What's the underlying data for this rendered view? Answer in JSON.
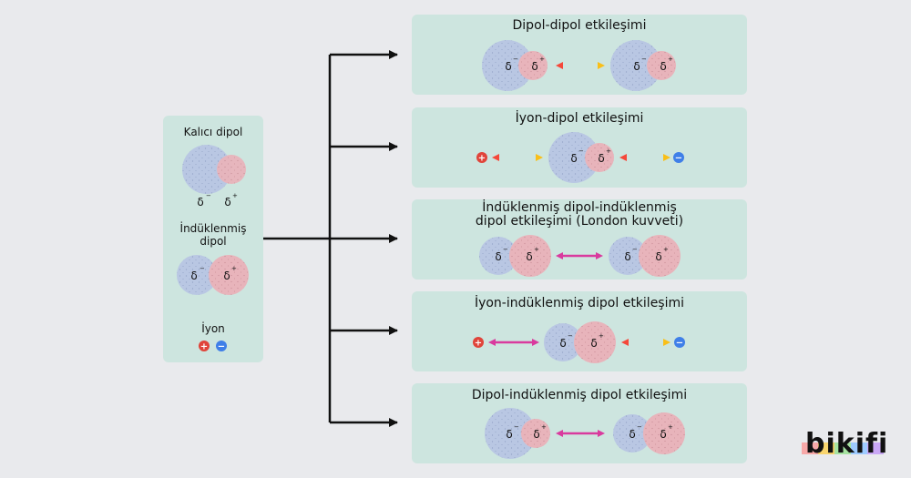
{
  "legend": {
    "permanent_dipole": "Kalıcı dipol",
    "induced_dipole": "İndüklenmiş dipol",
    "ion": "İyon"
  },
  "symbols": {
    "delta": "δ",
    "minus": "−",
    "plus": "+"
  },
  "interactions": [
    {
      "title": "Dipol-dipol etkileşimi"
    },
    {
      "title": "İyon-dipol etkileşimi"
    },
    {
      "title_line1": "İndüklenmiş dipol-indüklenmiş",
      "title_line2": "dipol etkileşimi (London kuvveti)"
    },
    {
      "title": "İyon-indüklenmiş dipol etkileşimi"
    },
    {
      "title": "Dipol-indüklenmiş dipol etkileşimi"
    }
  ],
  "colors": {
    "background": "#e9eaed",
    "panel": "#cde5df",
    "negative_cloud": "#b9c7e3",
    "positive_cloud": "#e8b4bb",
    "cation": "#e0443a",
    "anion": "#3f7fe8",
    "arrow_orange_start": "#f5483a",
    "arrow_orange_end": "#f9bf19",
    "arrow_magenta": "#d93a9e"
  },
  "brand": {
    "name": "bikifi",
    "bar_colors": [
      "#f7a8a8",
      "#f9d56e",
      "#a6e3a1",
      "#9ecbff",
      "#c9a7f5"
    ]
  }
}
